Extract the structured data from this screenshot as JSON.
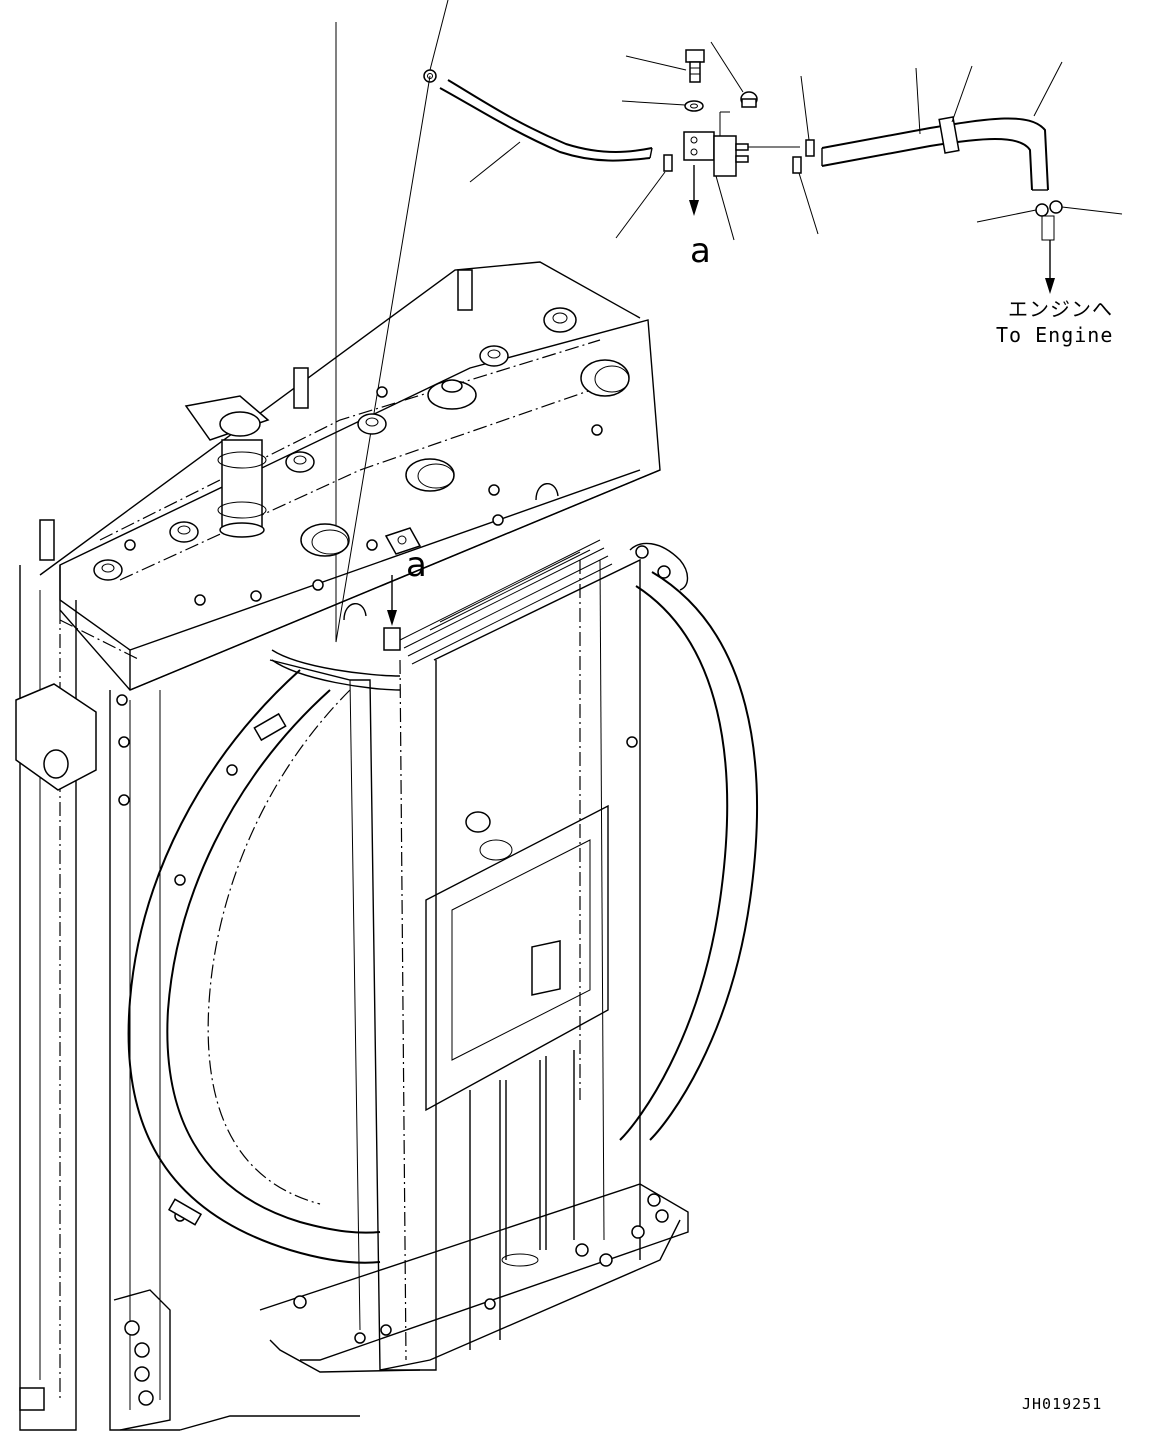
{
  "labels": {
    "detail_a_top": "a",
    "detail_a_main": "a",
    "direction_jp": "エンジンへ",
    "direction_en": "To Engine",
    "drawing_code": "JH019251"
  },
  "colors": {
    "ink": "#000000",
    "paper": "#ffffff"
  }
}
